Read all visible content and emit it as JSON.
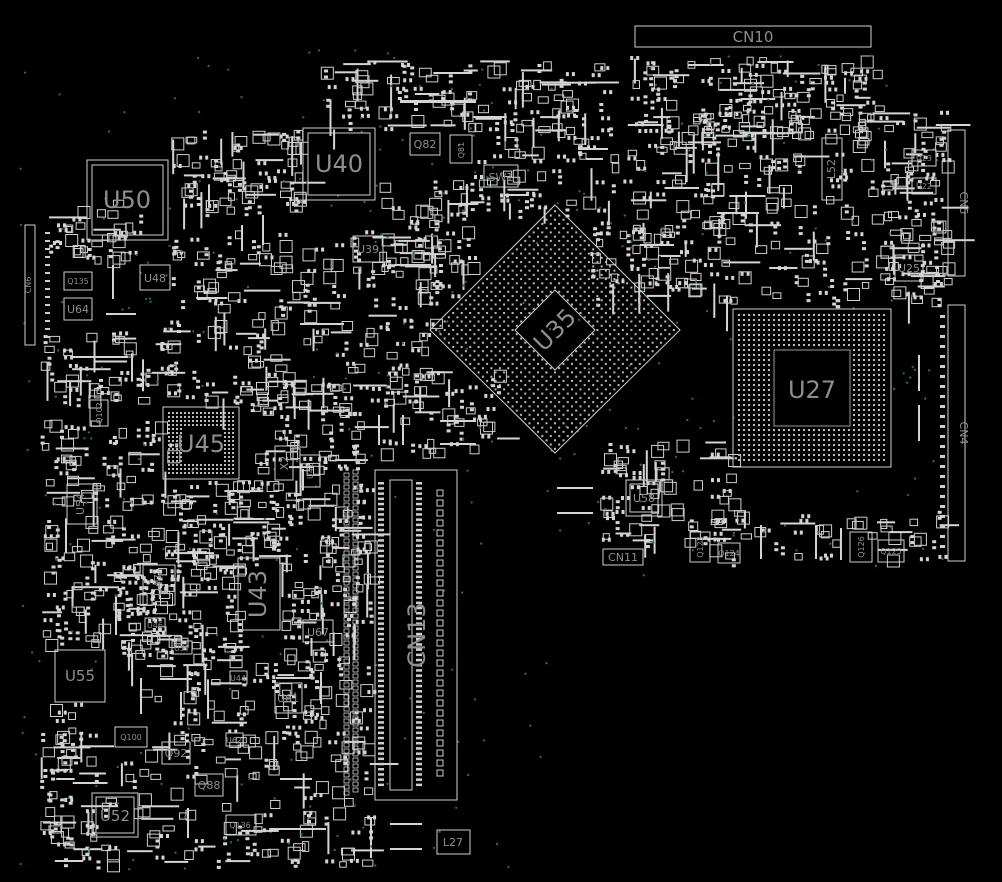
{
  "board": {
    "background": "#000000",
    "silkscreen_color": "#cfcfcf",
    "label_color": "#8e8e8e",
    "via_color": "#1d6a5e"
  },
  "components": {
    "cn10": "CN10",
    "u50": "U50",
    "u40": "U40",
    "q82": "Q82",
    "q81": "Q81",
    "sw1": "SW1",
    "u39": "U39",
    "l52": "L52",
    "u23": "U23",
    "u22": "U22",
    "cn5": "CN5",
    "u25": "U25",
    "u35": "U35",
    "u48": "U48",
    "q135": "Q135",
    "u64": "U64",
    "cn6": "CN6",
    "u27": "U27",
    "cn4": "CN4",
    "u45": "U45",
    "q102": "Q102",
    "x2": "X2",
    "u41": "U41",
    "u54": "U54",
    "u58": "U58",
    "cn11": "CN11",
    "q123": "Q123",
    "q124": "Q124",
    "q126": "Q126",
    "q125": "Q125",
    "cn13": "CN13",
    "u43": "U43",
    "u47": "U47",
    "u46": "U46",
    "u57": "U57",
    "u67": "U67",
    "u55": "U55",
    "u44": "U44",
    "u61": "U61",
    "q100": "Q100",
    "q92": "Q92",
    "u62": "U62",
    "q88": "Q88",
    "u52": "U52",
    "q136": "Q136",
    "l27": "L27"
  }
}
